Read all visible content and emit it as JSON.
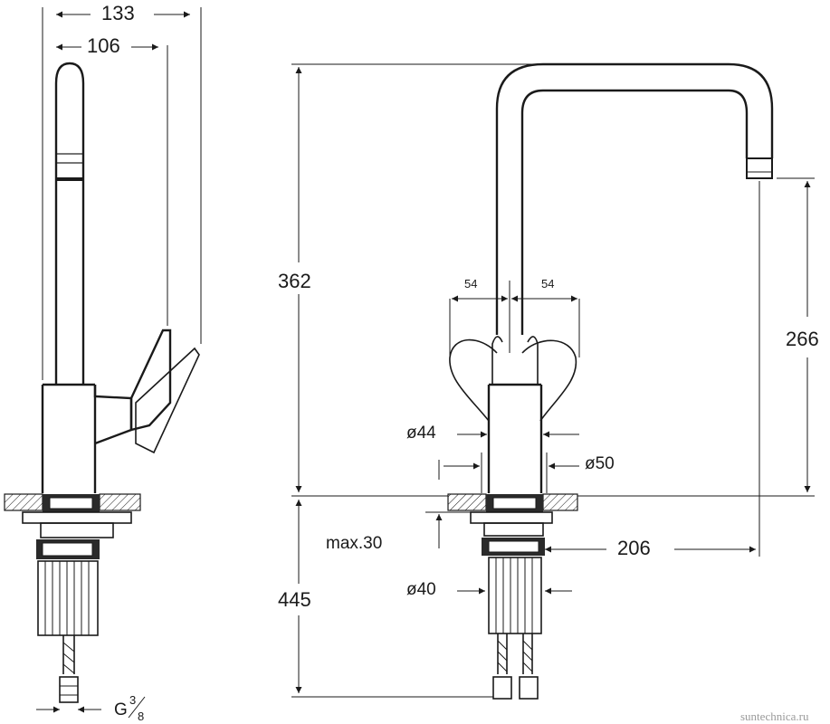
{
  "dimensions": {
    "overall_width": "133",
    "body_width": "106",
    "total_height": "362",
    "spout_height": "266",
    "spout_reach": "206",
    "below_counter": "445",
    "handle_left": "54",
    "handle_right": "54",
    "diameter_44": "ø44",
    "diameter_50": "ø50",
    "diameter_40": "ø40",
    "max_counter": "max.30",
    "thread_base": "G",
    "thread_num": "3",
    "thread_den": "8"
  },
  "watermark": "suntechnica.ru",
  "colors": {
    "line": "#1a1a1a",
    "watermark": "#9a9a9a"
  }
}
